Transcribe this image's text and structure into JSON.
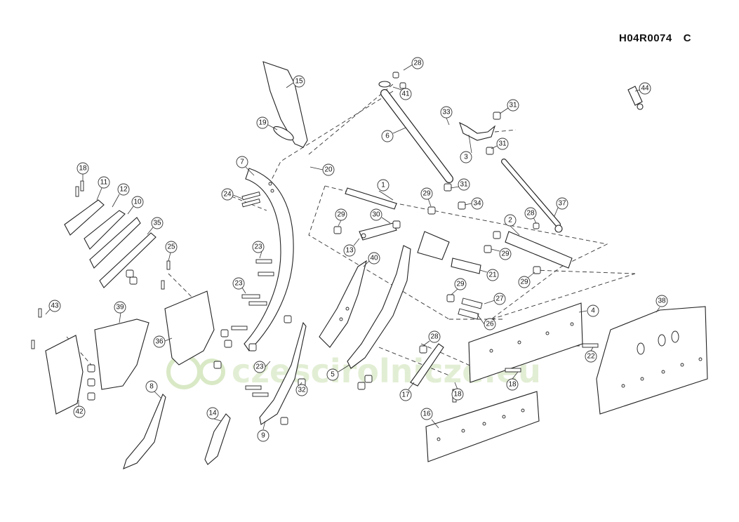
{
  "drawing": {
    "code": "H04R0074",
    "revision": "C"
  },
  "watermark": {
    "text": "czescirolnicze.eu",
    "color": "#cfe3b5"
  },
  "callouts": [
    {
      "id": "c1",
      "label": "1"
    },
    {
      "id": "c2",
      "label": "2"
    },
    {
      "id": "c3",
      "label": "3"
    },
    {
      "id": "c4",
      "label": "4"
    },
    {
      "id": "c5",
      "label": "5"
    },
    {
      "id": "c6",
      "label": "6"
    },
    {
      "id": "c7",
      "label": "7"
    },
    {
      "id": "c8",
      "label": "8"
    },
    {
      "id": "c9",
      "label": "9"
    },
    {
      "id": "c10",
      "label": "10"
    },
    {
      "id": "c11",
      "label": "11"
    },
    {
      "id": "c12",
      "label": "12"
    },
    {
      "id": "c13",
      "label": "13"
    },
    {
      "id": "c14",
      "label": "14"
    },
    {
      "id": "c15",
      "label": "15"
    },
    {
      "id": "c16",
      "label": "16"
    },
    {
      "id": "c17",
      "label": "17"
    },
    {
      "id": "c18a",
      "label": "18"
    },
    {
      "id": "c18b",
      "label": "18"
    },
    {
      "id": "c18c",
      "label": "18"
    },
    {
      "id": "c19",
      "label": "19"
    },
    {
      "id": "c20",
      "label": "20"
    },
    {
      "id": "c21",
      "label": "21"
    },
    {
      "id": "c22",
      "label": "22"
    },
    {
      "id": "c23a",
      "label": "23"
    },
    {
      "id": "c23b",
      "label": "23"
    },
    {
      "id": "c23c",
      "label": "23"
    },
    {
      "id": "c24",
      "label": "24"
    },
    {
      "id": "c25",
      "label": "25"
    },
    {
      "id": "c26",
      "label": "26"
    },
    {
      "id": "c27",
      "label": "27"
    },
    {
      "id": "c28a",
      "label": "28"
    },
    {
      "id": "c28b",
      "label": "28"
    },
    {
      "id": "c28c",
      "label": "28"
    },
    {
      "id": "c29a",
      "label": "29"
    },
    {
      "id": "c29b",
      "label": "29"
    },
    {
      "id": "c29c",
      "label": "29"
    },
    {
      "id": "c29d",
      "label": "29"
    },
    {
      "id": "c29e",
      "label": "29"
    },
    {
      "id": "c30",
      "label": "30"
    },
    {
      "id": "c31a",
      "label": "31"
    },
    {
      "id": "c31b",
      "label": "31"
    },
    {
      "id": "c31c",
      "label": "31"
    },
    {
      "id": "c32",
      "label": "32"
    },
    {
      "id": "c33",
      "label": "33"
    },
    {
      "id": "c34",
      "label": "34"
    },
    {
      "id": "c35",
      "label": "35"
    },
    {
      "id": "c36",
      "label": "36"
    },
    {
      "id": "c37",
      "label": "37"
    },
    {
      "id": "c38",
      "label": "38"
    },
    {
      "id": "c39",
      "label": "39"
    },
    {
      "id": "c40",
      "label": "40"
    },
    {
      "id": "c41",
      "label": "41"
    },
    {
      "id": "c42",
      "label": "42"
    },
    {
      "id": "c43",
      "label": "43"
    },
    {
      "id": "c44",
      "label": "44"
    }
  ]
}
